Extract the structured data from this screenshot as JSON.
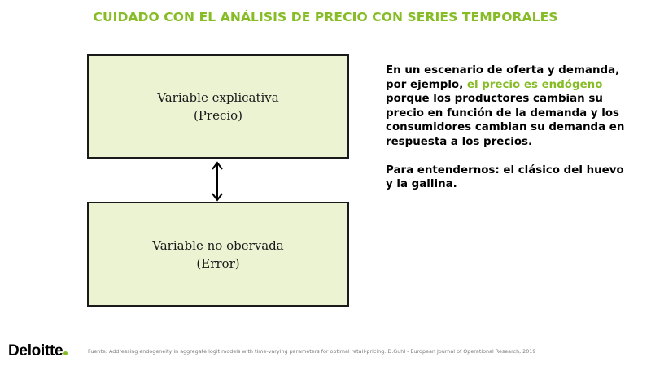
{
  "title": "CUIDADO CON EL ANÁLISIS DE PRECIO CON SERIES TEMPORALES",
  "diagram": {
    "top_box": {
      "line1": "Variable explicativa",
      "line2": "(Precio)"
    },
    "bottom_box": {
      "line1": "Variable no obervada",
      "line2": "(Error)"
    },
    "arrow_icon": "double-headed-vertical-arrow"
  },
  "body": {
    "paragraph1_before": "En un escenario de oferta y demanda, por ejemplo, ",
    "paragraph1_highlight": "el precio es endógeno",
    "paragraph1_after": " porque los productores cambian su precio en función de la demanda y los consumidores cambian su demanda en respuesta a los precios.",
    "paragraph2": "Para entendernos: el clásico del huevo y la gallina."
  },
  "footer": {
    "logo": "Deloitte",
    "source": "Fuente: Addressing endogeneity in aggregate logit models with time-varying parameters for optimal retail-pricing. D.Guhl - European Journal of Operational Research, 2019"
  },
  "colors": {
    "accent": "#86bc25",
    "box_fill": "#ebf3d3",
    "text": "#000000"
  }
}
